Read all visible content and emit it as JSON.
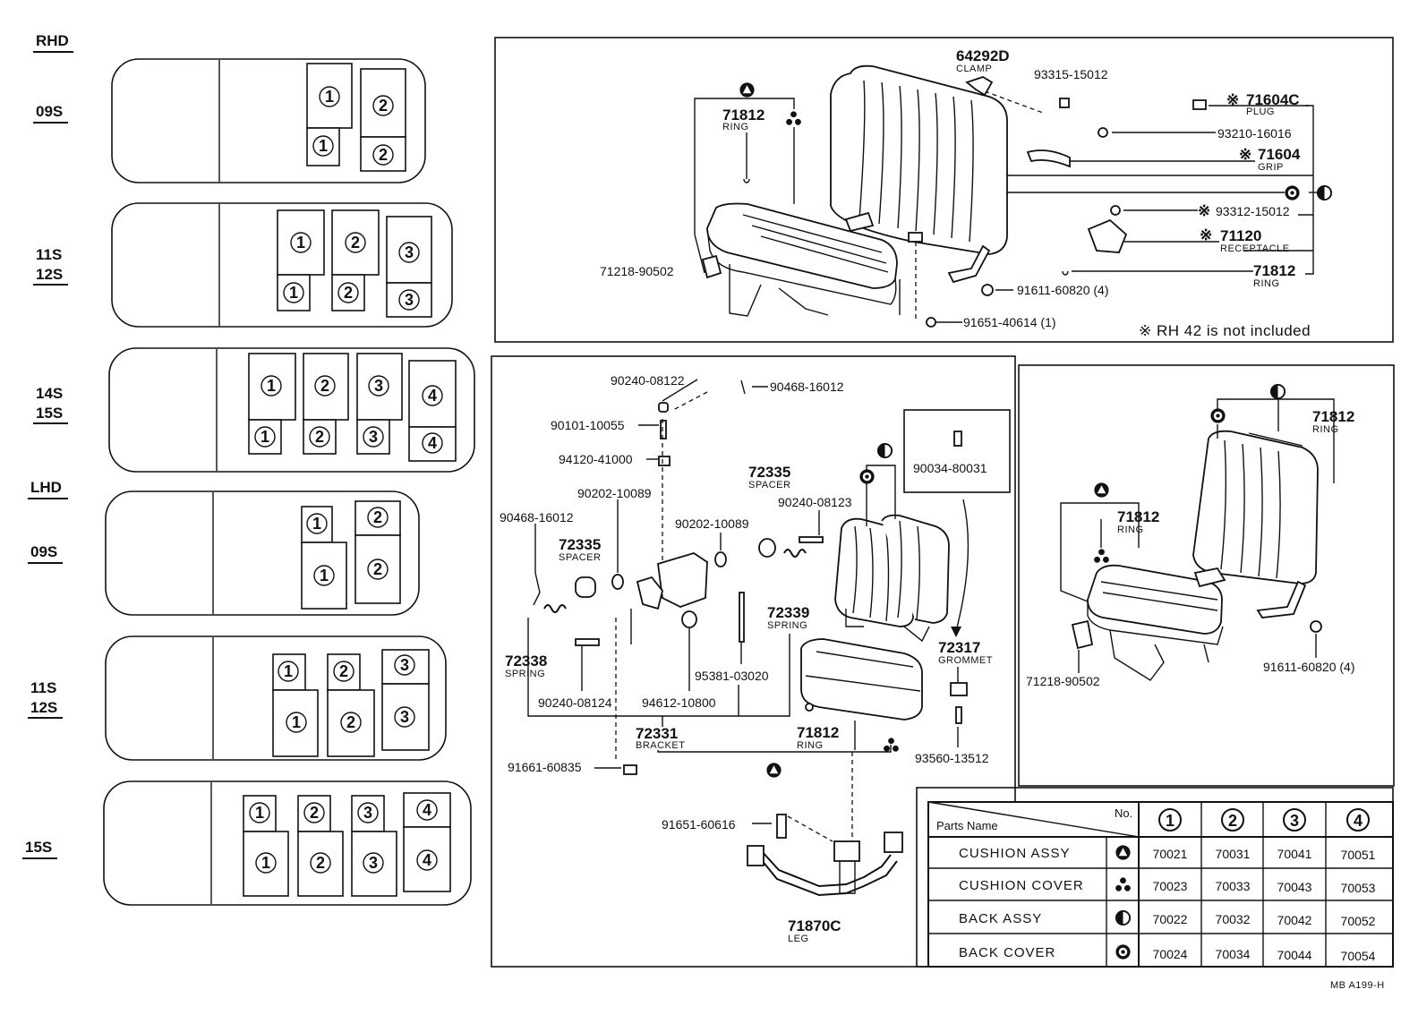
{
  "layout_groups": {
    "rhd": {
      "label": "RHD"
    },
    "lhd": {
      "label": "LHD"
    }
  },
  "seat_layouts": [
    {
      "codes": [
        "09S"
      ],
      "positions": [
        "1",
        "2",
        "1",
        "2"
      ]
    },
    {
      "codes": [
        "11S",
        "12S"
      ],
      "positions": [
        "1",
        "2",
        "3",
        "1",
        "2",
        "3"
      ]
    },
    {
      "codes": [
        "14S",
        "15S"
      ],
      "positions": [
        "1",
        "2",
        "3",
        "4",
        "1",
        "2",
        "3",
        "4"
      ]
    },
    {
      "codes": [
        "09S"
      ],
      "positions": [
        "1",
        "2",
        "1",
        "2"
      ]
    },
    {
      "codes": [
        "11S",
        "12S"
      ],
      "positions": [
        "1",
        "2",
        "3",
        "1",
        "2",
        "3"
      ]
    },
    {
      "codes": [
        "15S"
      ],
      "positions": [
        "1",
        "2",
        "3",
        "4",
        "1",
        "2",
        "3",
        "4"
      ]
    }
  ],
  "top_panel": {
    "clamp": {
      "number": "64292D",
      "name": "CLAMP"
    },
    "ring_1": {
      "number": "71812",
      "name": "RING"
    },
    "screw_93315": "93315-15012",
    "plug": {
      "number": "71604C",
      "name": "PLUG",
      "mark": "※"
    },
    "screw_93210": "93210-16016",
    "grip": {
      "number": "71604",
      "name": "GRIP",
      "mark": "※"
    },
    "screw_93312": {
      "number": "93312-15012",
      "mark": "※"
    },
    "receptacle": {
      "number": "71120",
      "name": "RECEPTACLE",
      "mark": "※"
    },
    "ring_2": {
      "number": "71812",
      "name": "RING"
    },
    "clip": "71218-90502",
    "bolt_91611": "91611-60820 (4)",
    "bolt_91651": "91651-40614 (1)",
    "note": "※ RH 42 is not included"
  },
  "bottom_left_panel": {
    "p90240_08122": "90240-08122",
    "p90468_16012_a": "90468-16012",
    "p90101": "90101-10055",
    "p94120": "94120-41000",
    "p90202_a": "90202-10089",
    "p90468_16012_b": "90468-16012",
    "spacer_1": {
      "number": "72335",
      "name": "SPACER"
    },
    "spacer_2": {
      "number": "72335",
      "name": "SPACER"
    },
    "p90240_08123": "90240-08123",
    "p90202_b": "90202-10089",
    "p90034": "90034-80031",
    "spring_1": {
      "number": "72338",
      "name": "SPRING"
    },
    "spring_2": {
      "number": "72339",
      "name": "SPRING"
    },
    "grommet": {
      "number": "72317",
      "name": "GROMMET"
    },
    "p95381": "95381-03020",
    "p90240_08124": "90240-08124",
    "p94612": "94612-10800",
    "bracket": {
      "number": "72331",
      "name": "BRACKET"
    },
    "ring": {
      "number": "71812",
      "name": "RING"
    },
    "p91661": "91661-60835",
    "p93560": "93560-13512",
    "p91651": "91651-60616",
    "leg": {
      "number": "71870C",
      "name": "LEG"
    }
  },
  "bottom_right_panel": {
    "ring_1": {
      "number": "71812",
      "name": "RING"
    },
    "ring_2": {
      "number": "71812",
      "name": "RING"
    },
    "clip": "71218-90502",
    "bolt": "91611-60820 (4)"
  },
  "parts_table": {
    "header_name": "Parts Name",
    "header_no": "No.",
    "columns": [
      "1",
      "2",
      "3",
      "4"
    ],
    "rows": [
      {
        "name": "CUSHION ASSY",
        "symbol": "triangle-in-circle-icon",
        "values": [
          "70021",
          "70031",
          "70041",
          "70051"
        ]
      },
      {
        "name": "CUSHION COVER",
        "symbol": "three-dots-icon",
        "values": [
          "70023",
          "70033",
          "70043",
          "70053"
        ]
      },
      {
        "name": "BACK ASSY",
        "symbol": "half-circle-icon",
        "values": [
          "70022",
          "70032",
          "70042",
          "70052"
        ]
      },
      {
        "name": "BACK COVER",
        "symbol": "dot-in-gear-icon",
        "values": [
          "70024",
          "70034",
          "70044",
          "70054"
        ]
      }
    ]
  },
  "footer_code": "MB A199-H"
}
